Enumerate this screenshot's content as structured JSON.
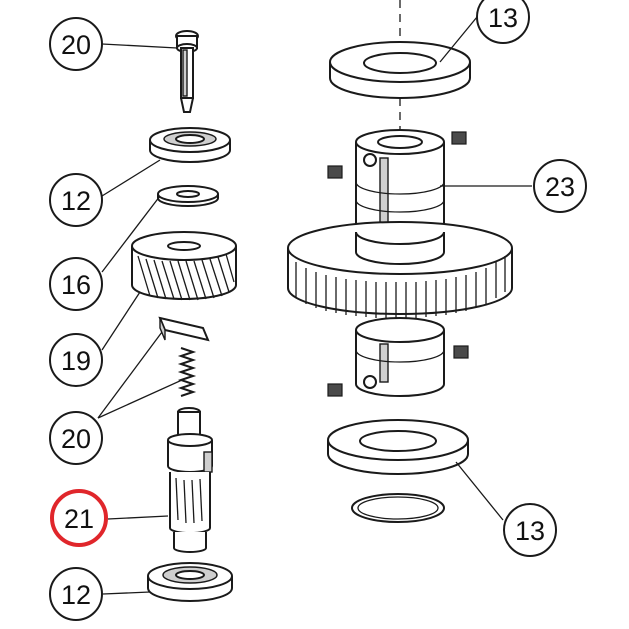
{
  "colors": {
    "ink": "#1a1a1a",
    "highlight": "#e0262b",
    "shade": "#cfcfcf",
    "background": "#ffffff"
  },
  "callouts": {
    "c20_top": "20",
    "c12_upper": "12",
    "c16": "16",
    "c19": "19",
    "c20_lower": "20",
    "c21": "21",
    "c12_lower": "12",
    "c13_top": "13",
    "c23": "23",
    "c13_bottom": "13"
  },
  "highlighted_callout": "21"
}
